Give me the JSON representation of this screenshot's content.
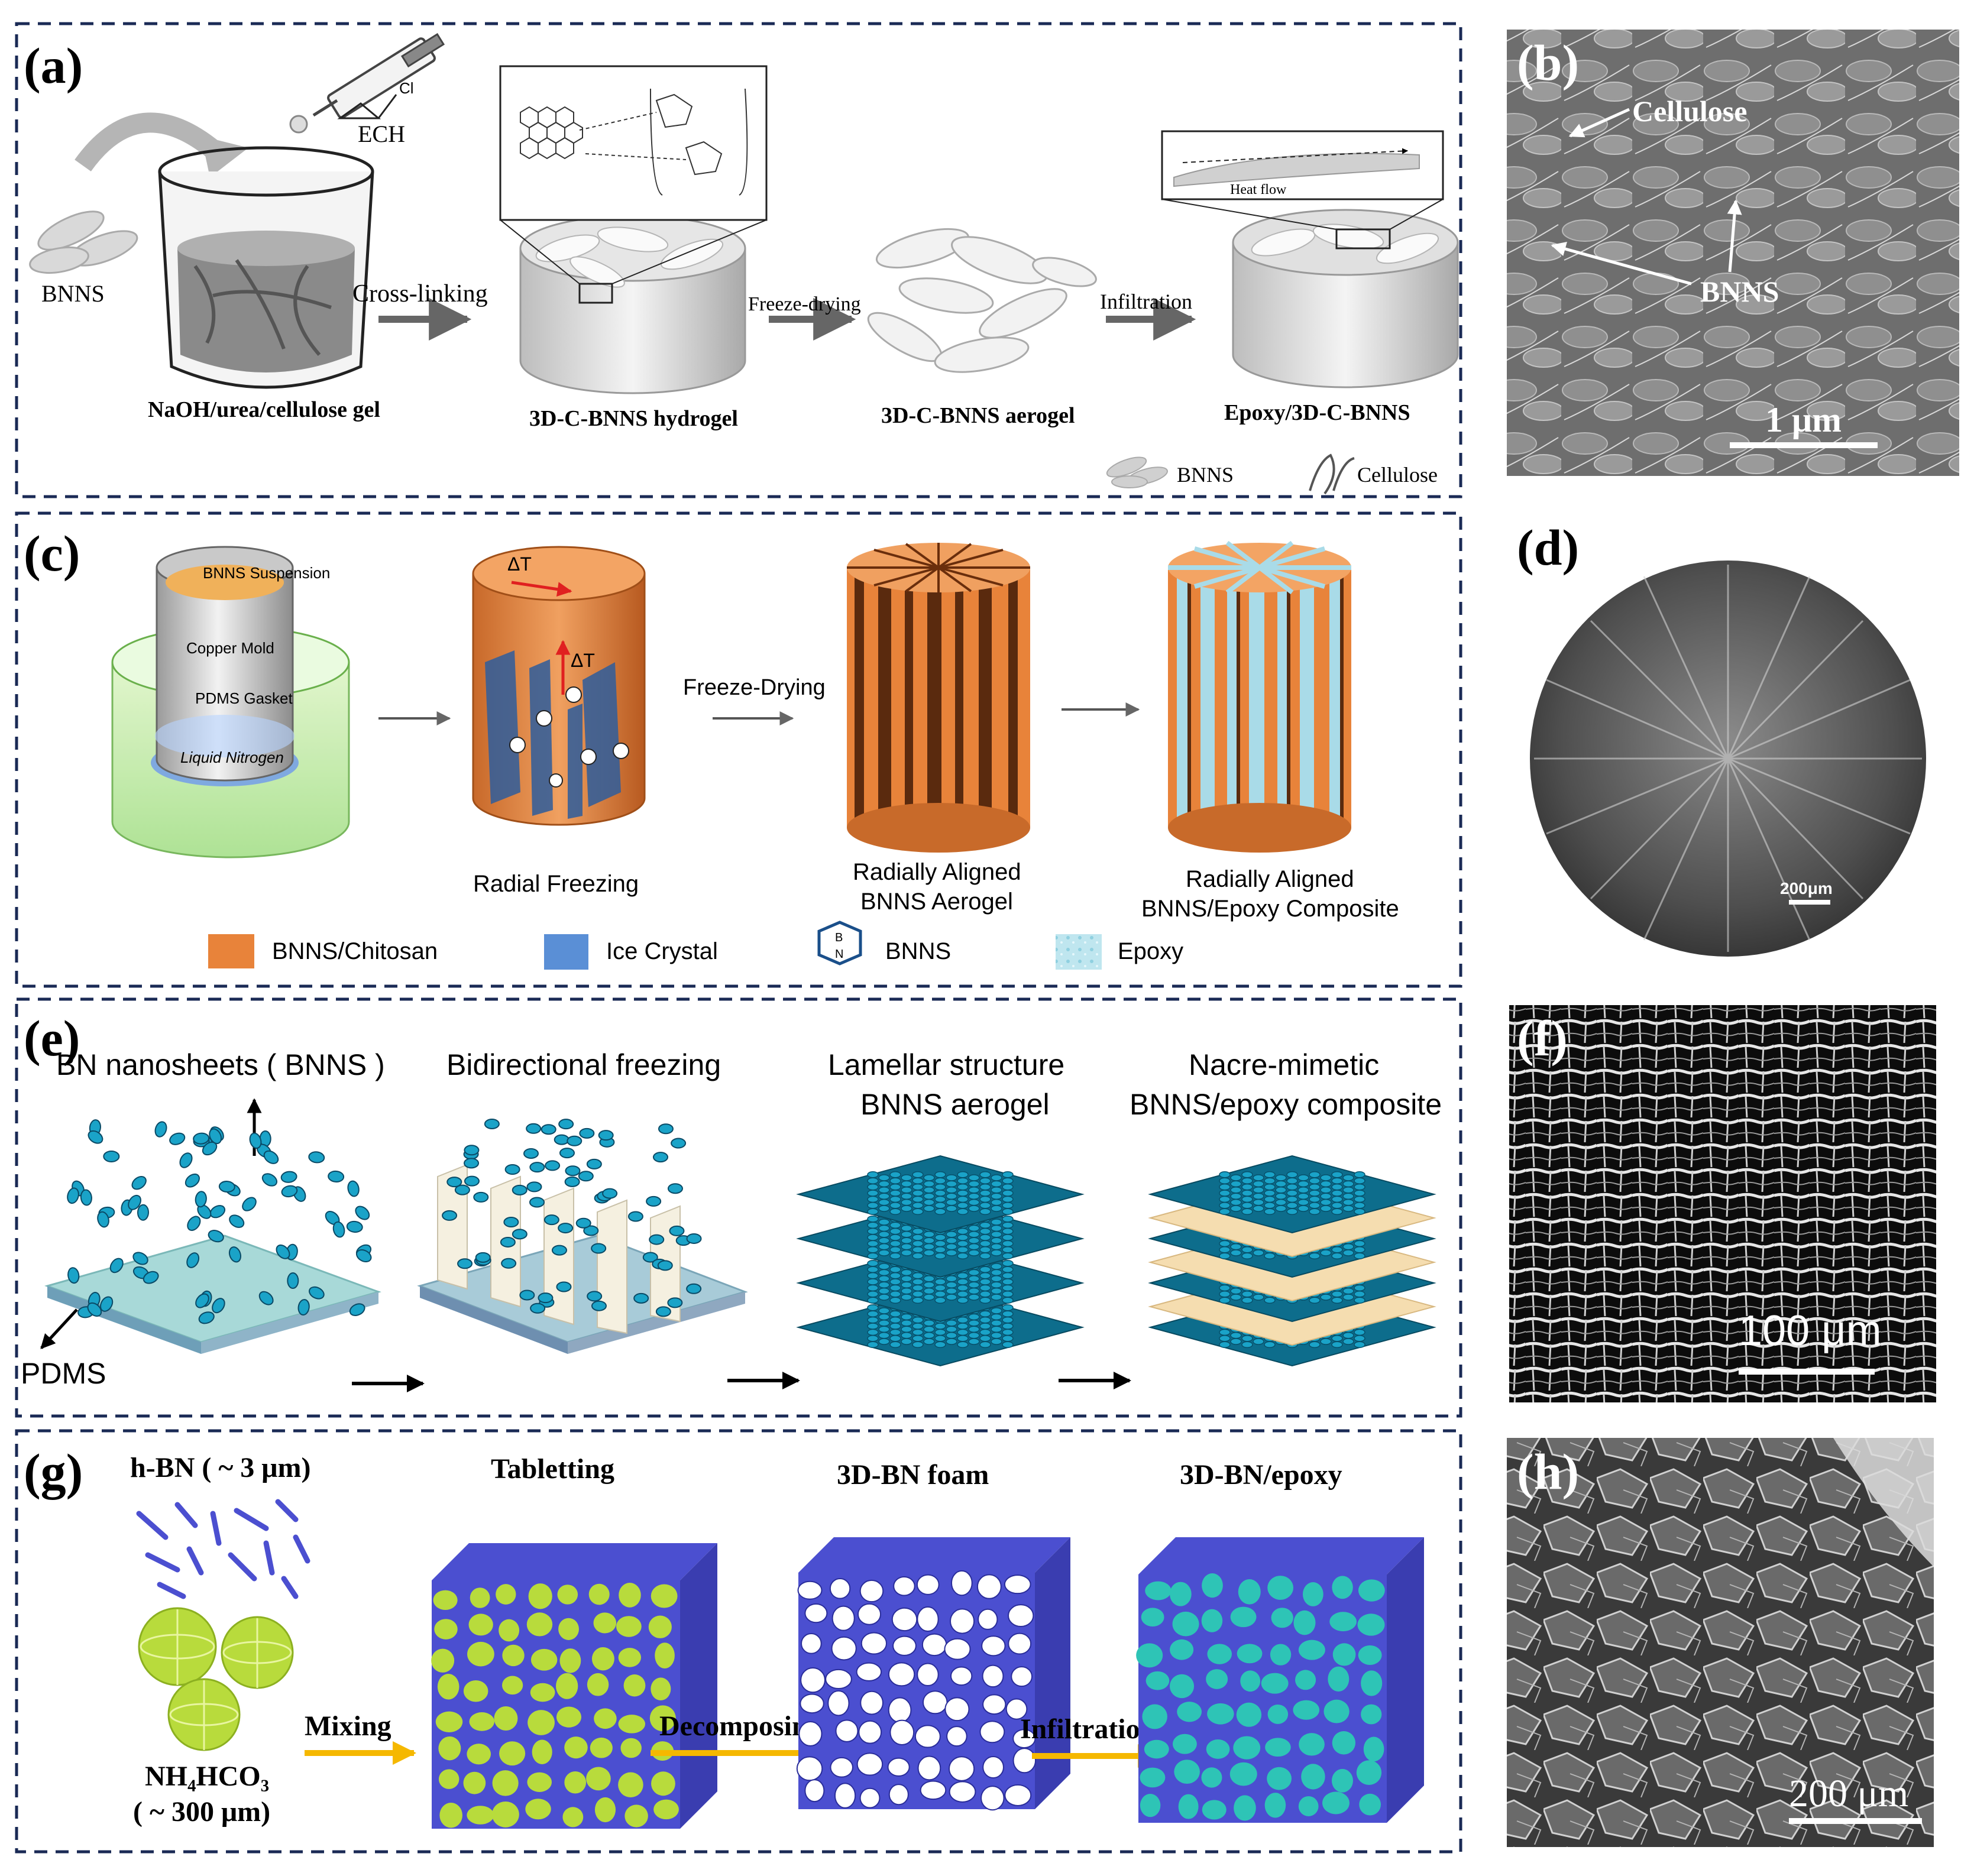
{
  "panel_labels": {
    "a": "(a)",
    "b": "(b)",
    "c": "(c)",
    "d": "(d)",
    "e": "(e)",
    "f": "(f)",
    "g": "(g)",
    "h": "(h)"
  },
  "panel_a": {
    "ech": "ECH",
    "cl": "Cl",
    "bnns": "BNNS",
    "cross_linking": "Cross-linking",
    "freeze_drying": "Freeze-drying",
    "infiltration": "Infiltration",
    "heat_flow": "Heat flow",
    "beaker_caption": "NaOH/urea/cellulose gel",
    "hydrogel_caption": "3D-C-BNNS hydrogel",
    "aerogel_caption": "3D-C-BNNS aerogel",
    "composite_caption": "Epoxy/3D-C-BNNS",
    "legend_bnns": "BNNS",
    "legend_cellulose": "Cellulose"
  },
  "panel_b": {
    "cellulose": "Cellulose",
    "bnns": "BNNS",
    "scale": "1 μm"
  },
  "panel_c": {
    "suspension": "BNNS Suspension",
    "copper_mold": "Copper Mold",
    "gasket": "PDMS Gasket",
    "liquid_nitrogen": "Liquid Nitrogen",
    "delta_t": "ΔT",
    "freeze_drying": "Freeze-Drying",
    "radial_freezing": "Radial Freezing",
    "aerogel_line1": "Radially Aligned",
    "aerogel_line2": "BNNS Aerogel",
    "composite_line1": "Radially Aligned",
    "composite_line2": "BNNS/Epoxy Composite",
    "legend": {
      "chitosan": "BNNS/Chitosan",
      "ice": "Ice Crystal",
      "bnns": "BNNS",
      "epoxy": "Epoxy"
    },
    "colors": {
      "chitosan": "#e8833a",
      "ice": "#5a8fd6",
      "epoxy": "#a9dbe8"
    }
  },
  "panel_d": {
    "scale": "200μm"
  },
  "panel_e": {
    "bn_nanosheets": "BN nanosheets ( BNNS )",
    "bidirectional": "Bidirectional freezing",
    "lamellar_line1": "Lamellar structure",
    "lamellar_line2": "BNNS aerogel",
    "nacre_line1": "Nacre-mimetic",
    "nacre_line2": "BNNS/epoxy composite",
    "pdms": "PDMS",
    "colors": {
      "nanosheet": "#1aa3c8",
      "epoxy_layer": "#f5ddb0"
    }
  },
  "panel_f": {
    "scale": "100 μm"
  },
  "panel_g": {
    "hbn": "h-BN ( ~ 3 μm)",
    "nh4hco3": "NH₄HCO₃",
    "nh4hco3_size": "( ~ 300 μm)",
    "tabletting": "Tabletting",
    "foam": "3D-BN foam",
    "epoxy": "3D-BN/epoxy",
    "mixing": "Mixing",
    "decomposing": "Decomposing",
    "infiltration": "Infiltration",
    "colors": {
      "bn": "#4b4fd0",
      "porogen": "#b8db3c",
      "epoxy": "#2ec4b6",
      "arrow": "#f5b800"
    }
  },
  "panel_h": {
    "scale": "200 μm"
  }
}
